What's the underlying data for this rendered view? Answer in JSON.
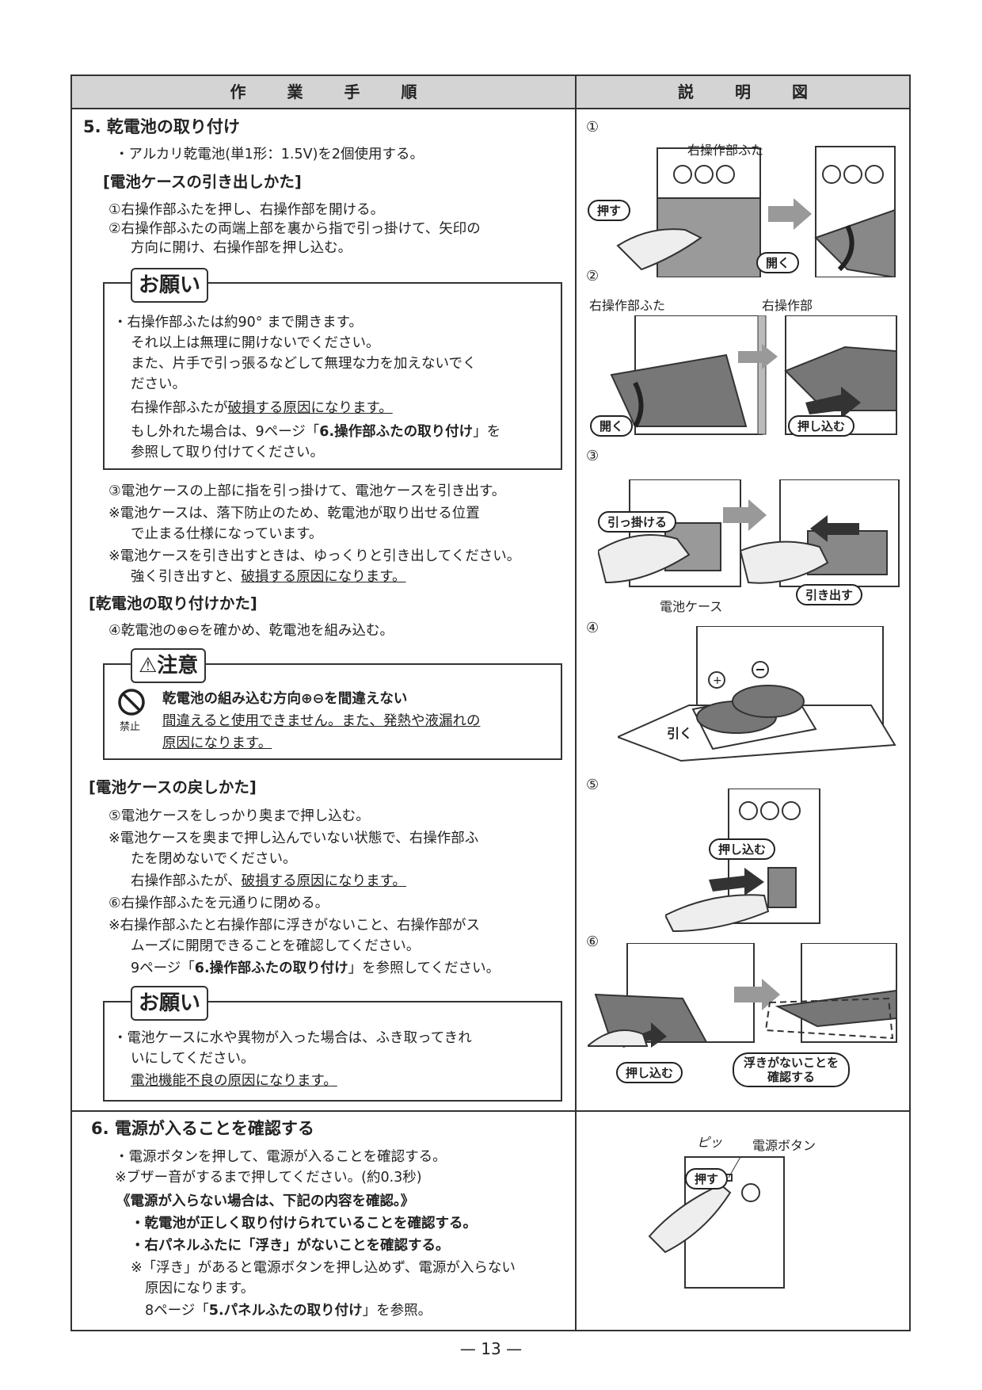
{
  "header": {
    "left": "作業手順",
    "right": "説明図"
  },
  "step5": {
    "title": "5. 乾電池の取り付け",
    "note": "・アルカリ乾電池(単1形：1.5V)を2個使用する。",
    "sub1": "[電池ケースの引き出しかた]",
    "s1": "①右操作部ふたを押し、右操作部を開ける。",
    "s2a": "②右操作部ふたの両端上部を裏から指で引っ掛けて、矢印の",
    "s2b": "方向に開け、右操作部を押し込む。",
    "req1": {
      "tag": "お願い",
      "l1": "・右操作部ふたは約90° まで開きます。",
      "l2": "それ以上は無理に開けないでください。",
      "l3": "また、片手で引っ張るなどして無理な力を加えないでく",
      "l4": "ださい。",
      "l5a": "右操作部ふたが",
      "l5b": "破損する原因になります。",
      "l6a": "もし外れた場合は、9ページ「",
      "l6b": "6.操作部ふたの取り付け",
      "l6c": "」を",
      "l7": "参照して取り付けてください。"
    },
    "s3": "③電池ケースの上部に指を引っ掛けて、電池ケースを引き出す。",
    "n3a": "※電池ケースは、落下防止のため、乾電池が取り出せる位置",
    "n3b": "で止まる仕様になっています。",
    "n3c": "※電池ケースを引き出すときは、ゆっくりと引き出してください。",
    "n3d1": "強く引き出すと、",
    "n3d2": "破損する原因になります。",
    "sub2": "[乾電池の取り付けかた]",
    "s4": "④乾電池の⊕⊖を確かめ、乾電池を組み込む。",
    "caution": {
      "tag": "⚠注意",
      "prohibit": "禁止",
      "head": "乾電池の組み込む方向⊕⊖を間違えない",
      "l1": "間違えると使用できません。また、発熱や液漏れの",
      "l2": "原因になります。"
    },
    "sub3": "[電池ケースの戻しかた]",
    "s5": "⑤電池ケースをしっかり奥まで押し込む。",
    "n5a": "※電池ケースを奥まで押し込んでいない状態で、右操作部ふ",
    "n5b": "たを閉めないでください。",
    "n5c1": "右操作部ふたが、",
    "n5c2": "破損する原因になります。",
    "s6": "⑥右操作部ふたを元通りに閉める。",
    "n6a": "※右操作部ふたと右操作部に浮きがないこと、右操作部がス",
    "n6b": "ムーズに開閉できることを確認してください。",
    "n6c1": "9ページ「",
    "n6c2": "6.操作部ふたの取り付け",
    "n6c3": "」を参照してください。",
    "req2": {
      "tag": "お願い",
      "l1": "・電池ケースに水や異物が入った場合は、ふき取ってきれ",
      "l2": "いにしてください。",
      "l3": "電池機能不良の原因になります。"
    }
  },
  "step6": {
    "title": "6. 電源が入ることを確認する",
    "l1": "・電源ボタンを押して、電源が入ることを確認する。",
    "l2": "※ブザー音がするまで押してください。(約0.3秒)",
    "l3": "《電源が入らない場合は、下記の内容を確認。》",
    "l4": "・乾電池が正しく取り付けられていることを確認する。",
    "l5": "・右パネルふたに「浮き」がないことを確認する。",
    "l6": "※「浮き」があると電源ボタンを押し込めず、電源が入らない",
    "l7": "原因になります。",
    "l8a": "8ページ「",
    "l8b": "5.パネルふたの取り付け",
    "l8c": "」を参照。"
  },
  "figures": {
    "f1": {
      "num": "①",
      "cover": "右操作部ふた",
      "push": "押す",
      "open": "開く"
    },
    "f2": {
      "num": "②",
      "cover": "右操作部ふた",
      "panel": "右操作部",
      "open": "開く",
      "push_in": "押し込む"
    },
    "f3": {
      "num": "③",
      "hook": "引っ掛ける",
      "case": "電池ケース",
      "pull": "引き出す"
    },
    "f4": {
      "num": "④",
      "pull_label": "引く"
    },
    "f5": {
      "num": "⑤",
      "push_in": "押し込む"
    },
    "f6": {
      "num": "⑥",
      "push_in": "押し込む",
      "check1": "浮きがないことを",
      "check2": "確認する"
    },
    "f7": {
      "beep": "ピッ",
      "button": "電源ボタン",
      "push": "押す"
    }
  },
  "page_number": "— 13 —"
}
